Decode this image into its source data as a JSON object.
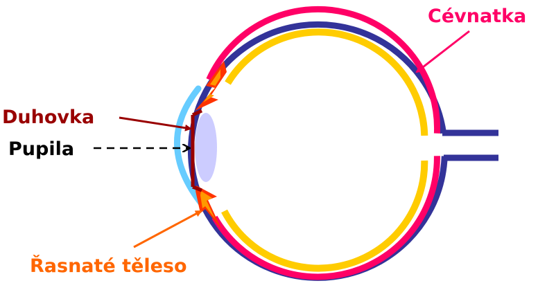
{
  "labels": {
    "cevnatka": "Cévnatka",
    "duhovka": "Duhovka",
    "pupila": "Pupila",
    "rasnate_teleso": "Řasnaté těleso"
  },
  "colors": {
    "sclera": "#333399",
    "choroid": "#FF0066",
    "retina": "#FFCC00",
    "cornea": "#66CCFF",
    "iris": "#990000",
    "lens": "#CCCCFF",
    "ciliary_body": "#FF3300",
    "ciliary_body_highlight": "#FF9900",
    "label_cevnatka": "#FF0066",
    "label_duhovka": "#990000",
    "label_pupila": "#000000",
    "label_rasnate_teleso": "#FF6600"
  }
}
